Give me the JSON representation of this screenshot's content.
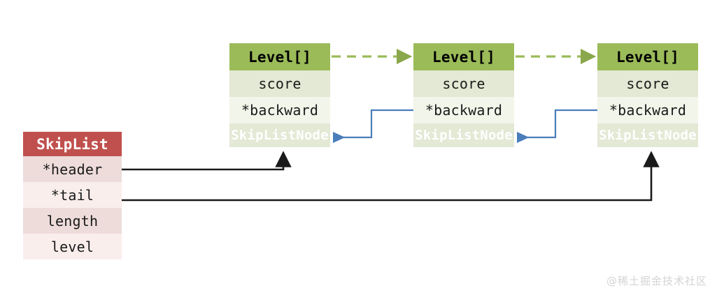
{
  "diagram": {
    "title_semantic": "redis-skiplist-structure",
    "colors": {
      "header_red": "#c0504d",
      "row_red_dark": "#eddcda",
      "row_red_light": "#faeeed",
      "header_green": "#9bbb59",
      "row_green_dark": "#e3e9d4",
      "row_green_light": "#f2f5ea",
      "arrow_black": "#1a1a1a",
      "arrow_blue": "#4a7ebb",
      "arrow_green": "#9bbb59",
      "watermark": "#d4d4d4"
    },
    "skiplist": {
      "title": "SkipList",
      "fields": [
        {
          "label": "*header"
        },
        {
          "label": "*tail"
        },
        {
          "label": "length"
        },
        {
          "label": "level"
        }
      ]
    },
    "nodes": [
      {
        "id": "node-1",
        "level": "Level[]",
        "score": "score",
        "backward": "*backward",
        "typename": "SkipListNode"
      },
      {
        "id": "node-2",
        "level": "Level[]",
        "score": "score",
        "backward": "*backward",
        "typename": "SkipListNode"
      },
      {
        "id": "node-3",
        "level": "Level[]",
        "score": "score",
        "backward": "*backward",
        "typename": "SkipListNode"
      }
    ],
    "connections": [
      {
        "name": "level-forward-1-to-2",
        "style": "dashed",
        "color": "#9bbb59",
        "from": "node-1.Level[]",
        "to": "node-2.Level[]"
      },
      {
        "name": "level-forward-2-to-3",
        "style": "dashed",
        "color": "#9bbb59",
        "from": "node-2.Level[]",
        "to": "node-3.Level[]"
      },
      {
        "name": "backward-2-to-1",
        "style": "solid",
        "color": "#4a7ebb",
        "from": "node-2.*backward",
        "to": "node-1.SkipListNode"
      },
      {
        "name": "backward-3-to-2",
        "style": "solid",
        "color": "#4a7ebb",
        "from": "node-3.*backward",
        "to": "node-2.SkipListNode"
      },
      {
        "name": "header-to-node-1",
        "style": "solid",
        "color": "#1a1a1a",
        "from": "SkipList.*header",
        "to": "node-1"
      },
      {
        "name": "tail-to-node-3",
        "style": "solid",
        "color": "#1a1a1a",
        "from": "SkipList.*tail",
        "to": "node-3"
      }
    ],
    "watermark": "@稀土掘金技术社区"
  }
}
